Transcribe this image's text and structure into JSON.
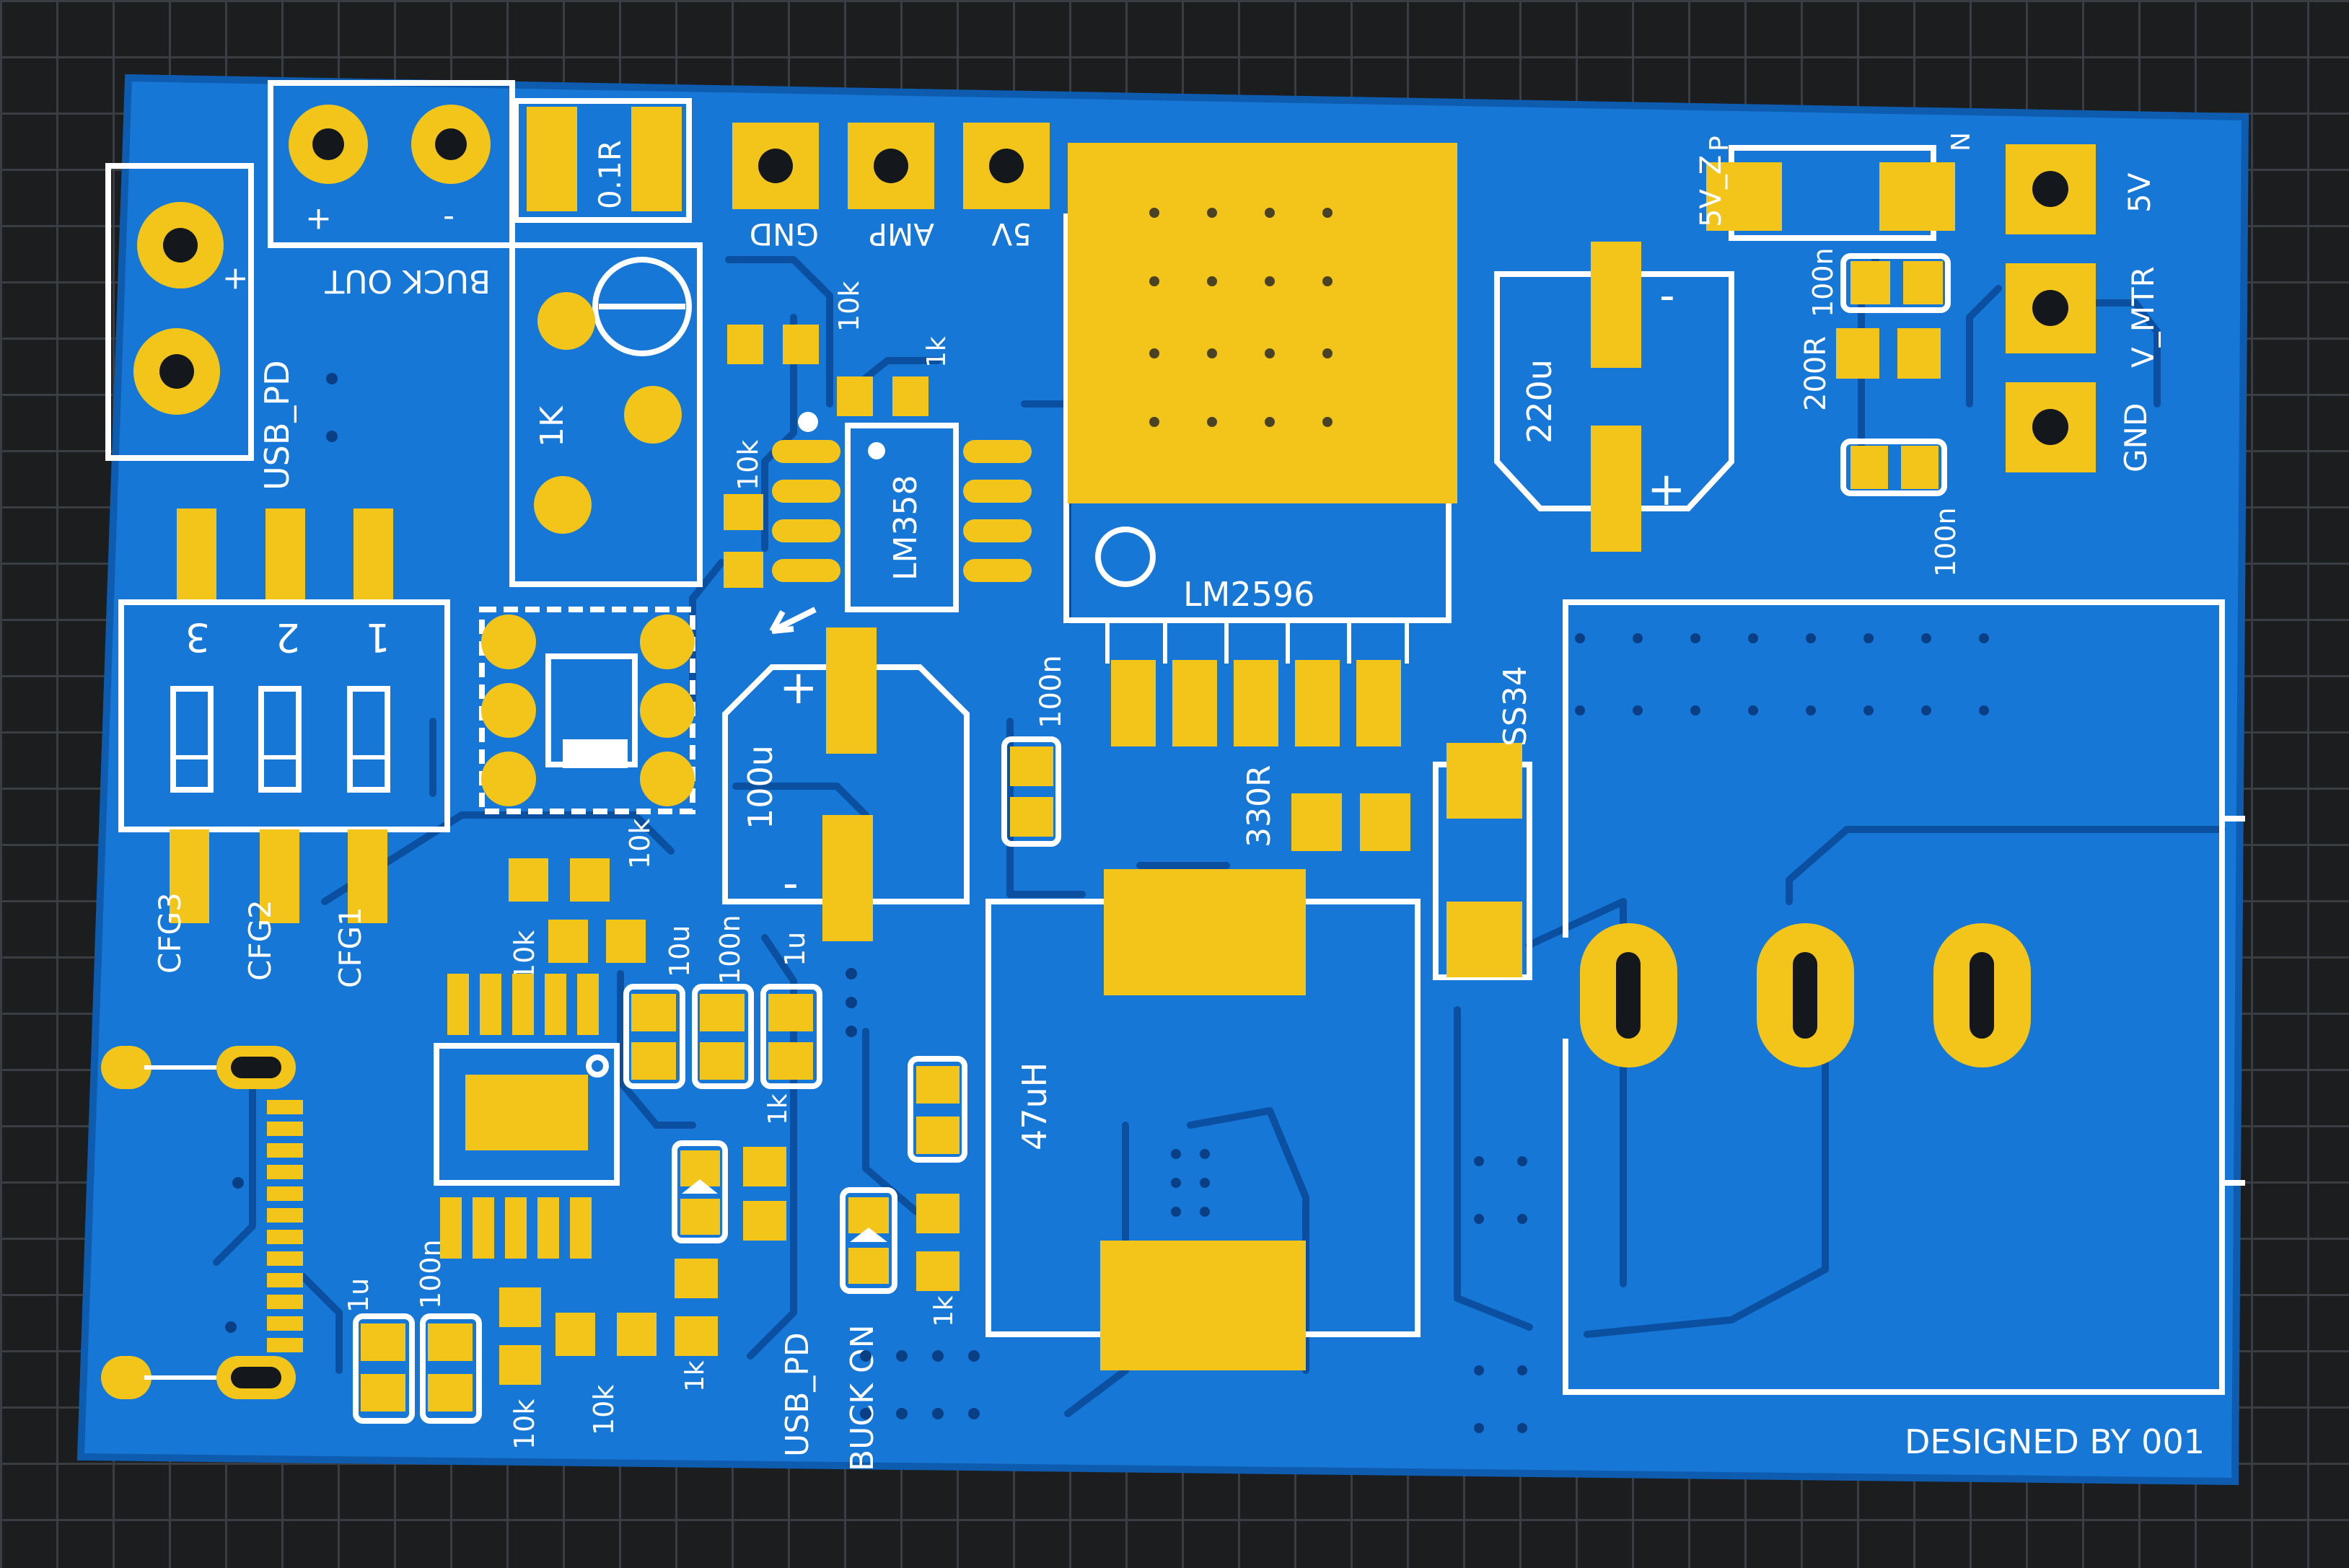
{
  "board": {
    "colors": {
      "mask": "#1677d6",
      "copper": "#f3c51a",
      "silk": "#ffffff",
      "background": "#1b1d1f"
    },
    "labels": {
      "buck_out": "BUCK OUT",
      "buck_plus": "+",
      "buck_minus": "-",
      "shunt": "0.1R",
      "gnd_top": "GND",
      "amp": "AMP",
      "five_v_top": "5V",
      "usb_pd_left": "USB_PD",
      "usb_plus": "+",
      "usb_minus": "_",
      "pot": "1K",
      "r_10k_a": "10k",
      "r_1k_a": "1k",
      "r_10k_b": "10k",
      "lm358": "LM358",
      "lm2596": "LM2596",
      "cap_220u": "220u",
      "cap_220u_minus": "-",
      "cap_220u_plus": "+",
      "zener": "5V_Z",
      "zener_p": "P",
      "zener_n": "N",
      "c_100n_a": "100n",
      "r_200r": "200R",
      "c_100n_b": "100n",
      "conn_5v": "5V",
      "conn_vmtr": "V_MTR",
      "conn_gnd": "GND",
      "sw_3": "3",
      "sw_2": "2",
      "sw_1": "1",
      "cfg3": "CFG3",
      "cfg2": "CFG2",
      "cfg1": "CFG1",
      "cap_100u": "100u",
      "cap_100u_plus": "+",
      "cap_100u_minus": "-",
      "c_100n_c": "100n",
      "r_330r": "330R",
      "ss34": "SS34",
      "r_10k_c": "10k",
      "r_10k_d": "10k",
      "c_10u": "10u",
      "c_100n_d": "100n",
      "c_1u_a": "1u",
      "r_1k_b": "1k",
      "ind_47uh": "47uH",
      "c_100n_e": "100n",
      "c_1u_b": "1u",
      "r_10k_e": "10k",
      "r_10k_f": "10k",
      "r_1k_c": "1k",
      "usb_pd_bottom": "USB_PD",
      "buck_on": "BUCK ON",
      "r_1k_d": "1k",
      "designed_by": "DESIGNED BY 001"
    },
    "icons": [
      "arrow-marker-icon",
      "pin1-dot-icon"
    ]
  }
}
